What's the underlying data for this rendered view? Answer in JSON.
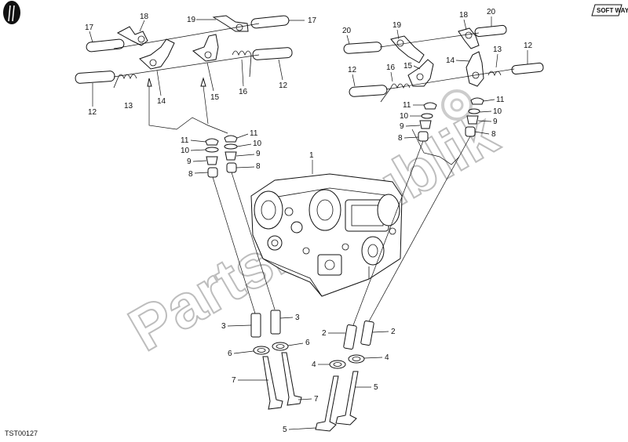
{
  "watermark": "PartsRepublik",
  "diagram_code": "TST00127",
  "brand_logo": "SOFT WAY",
  "callouts": [
    "1",
    "2",
    "3",
    "4",
    "5",
    "6",
    "7",
    "8",
    "9",
    "10",
    "11",
    "12",
    "13",
    "14",
    "15",
    "16",
    "17",
    "18",
    "19",
    "20"
  ]
}
